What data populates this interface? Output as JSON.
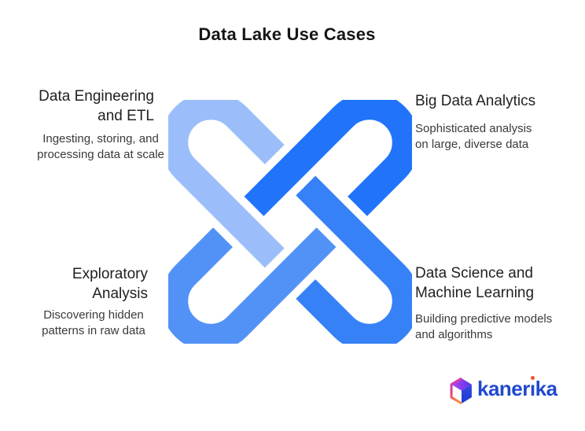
{
  "title": "Data Lake Use Cases",
  "quadrants": {
    "top_left": {
      "heading": "Data Engineering\nand ETL",
      "description": "Ingesting, storing, and\nprocessing data at scale"
    },
    "top_right": {
      "heading": "Big Data Analytics",
      "description": "Sophisticated analysis\non large, diverse data"
    },
    "bottom_left": {
      "heading": "Exploratory\nAnalysis",
      "description": "Discovering hidden\npatterns in raw data"
    },
    "bottom_right": {
      "heading": "Data Science and\nMachine Learning",
      "description": "Building predictive models\nand algorithms"
    }
  },
  "knot": {
    "colors": {
      "top_left": "#9BBEFB",
      "top_right": "#2174FA",
      "bottom_left": "#5292F7",
      "bottom_right": "#3781F7"
    }
  },
  "logo": {
    "brand": "kanerika",
    "text_before_i": "kaner",
    "i_char": "ı",
    "text_after_i": "ka",
    "text_color": "#2149CE",
    "i_dot_color": "#F4502E"
  }
}
